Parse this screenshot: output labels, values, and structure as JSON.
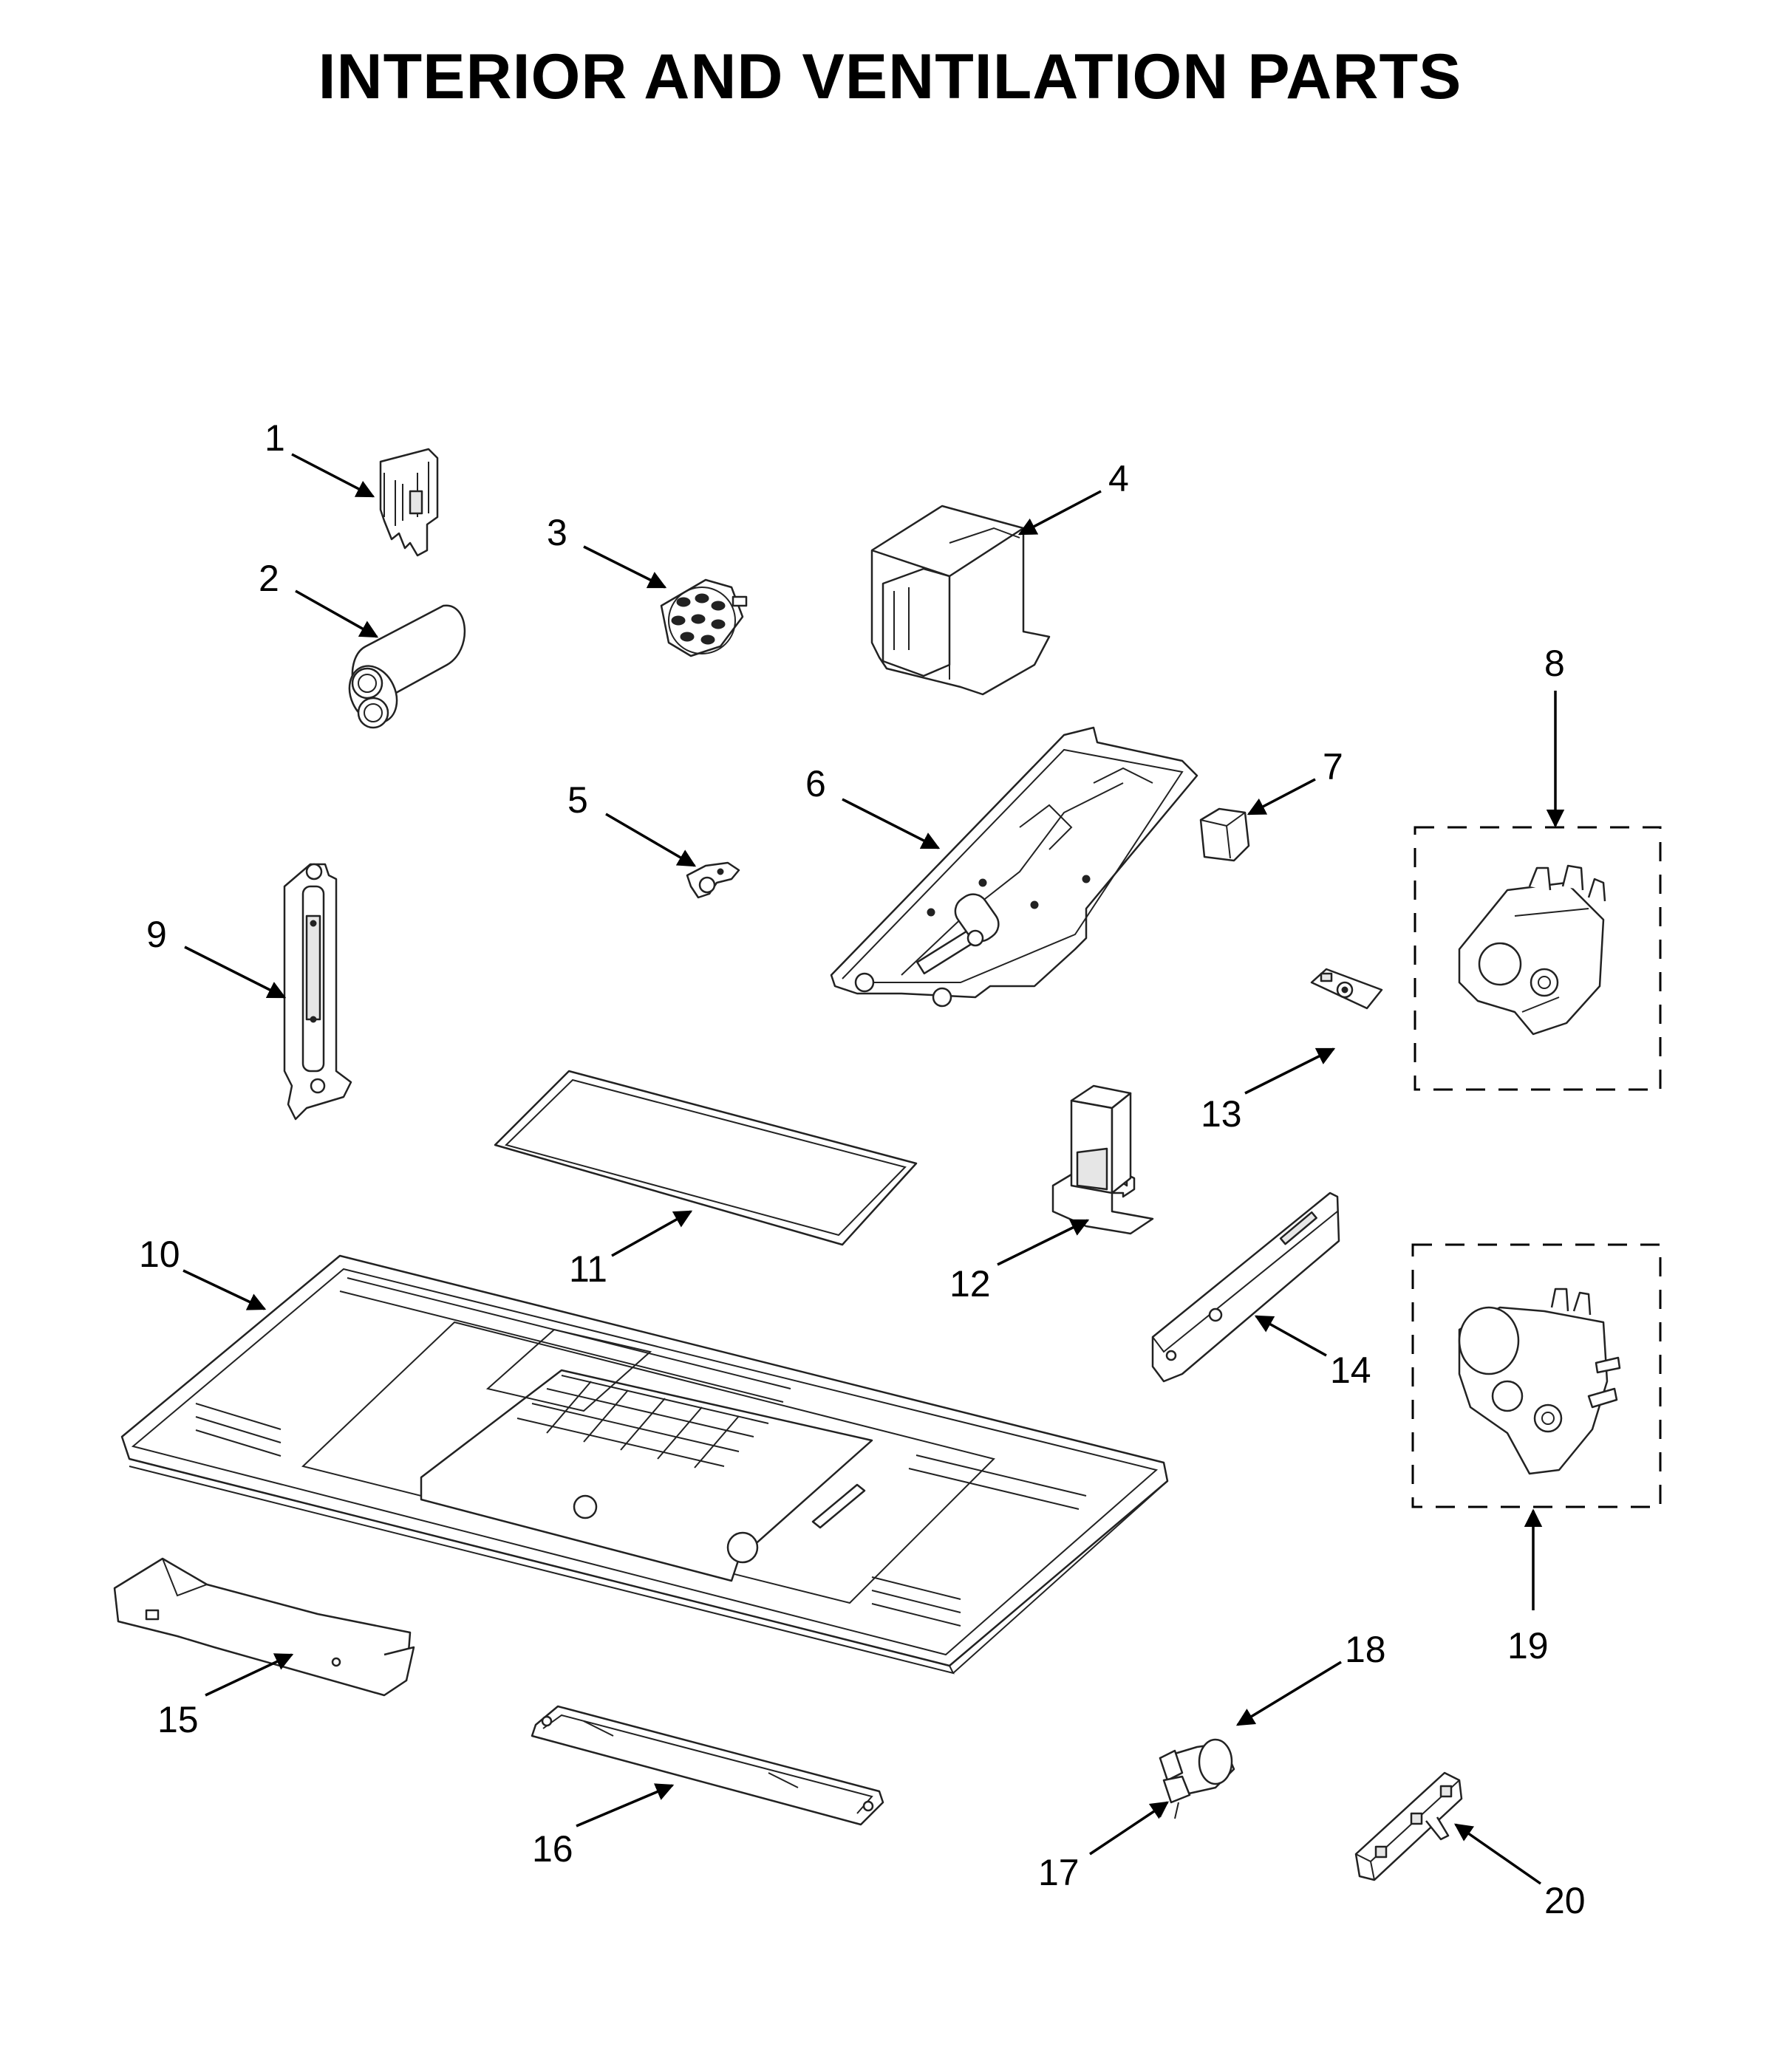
{
  "title": "INTERIOR AND VENTILATION PARTS",
  "callouts": [
    {
      "id": "1",
      "label": "1"
    },
    {
      "id": "2",
      "label": "2"
    },
    {
      "id": "3",
      "label": "3"
    },
    {
      "id": "4",
      "label": "4"
    },
    {
      "id": "5",
      "label": "5"
    },
    {
      "id": "6",
      "label": "6"
    },
    {
      "id": "7",
      "label": "7"
    },
    {
      "id": "8",
      "label": "8"
    },
    {
      "id": "9",
      "label": "9"
    },
    {
      "id": "10",
      "label": "10"
    },
    {
      "id": "11",
      "label": "11"
    },
    {
      "id": "12",
      "label": "12"
    },
    {
      "id": "13",
      "label": "13"
    },
    {
      "id": "14",
      "label": "14"
    },
    {
      "id": "15",
      "label": "15"
    },
    {
      "id": "16",
      "label": "16"
    },
    {
      "id": "17",
      "label": "17"
    },
    {
      "id": "18",
      "label": "18"
    },
    {
      "id": "19",
      "label": "19"
    },
    {
      "id": "20",
      "label": "20"
    }
  ]
}
